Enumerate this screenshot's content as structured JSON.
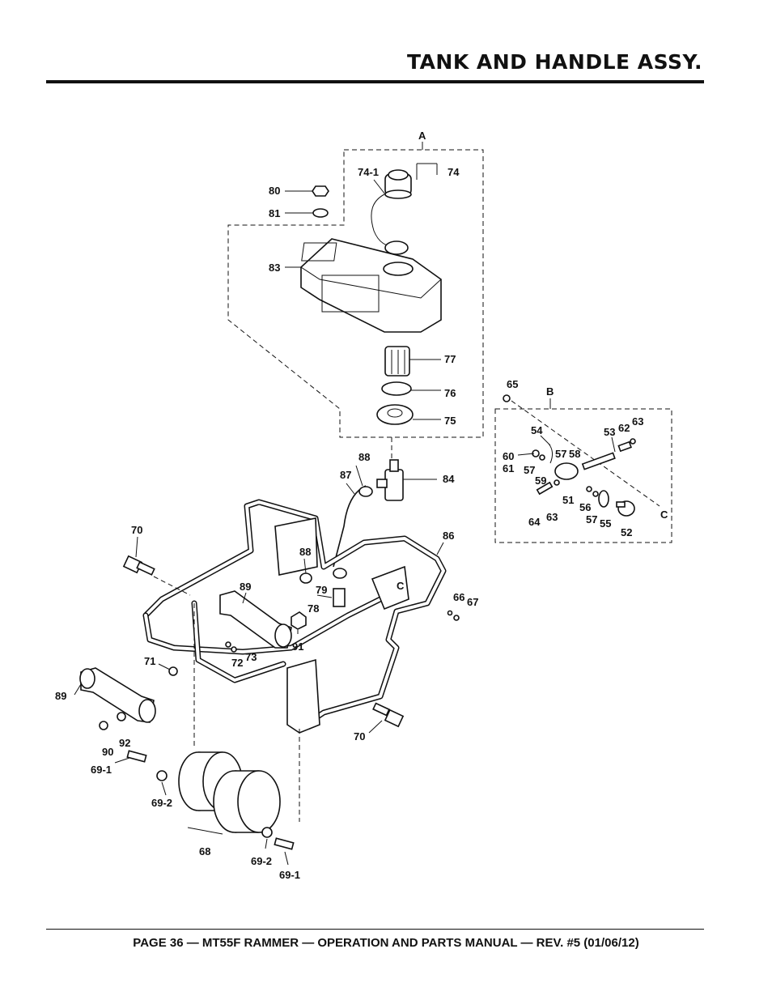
{
  "header": {
    "title": "TANK AND HANDLE ASSY."
  },
  "footer": {
    "text": "PAGE 36 — MT55F RAMMER — OPERATION AND PARTS MANUAL — REV. #5 (01/06/12)"
  },
  "diagram": {
    "detail_letters": {
      "a": "A",
      "b": "B",
      "c1": "C",
      "c2": "C"
    },
    "labels": {
      "l74_1": "74-1",
      "l74": "74",
      "l80": "80",
      "l81": "81",
      "l83": "83",
      "l77": "77",
      "l76": "76",
      "l75": "75",
      "l88a": "88",
      "l87": "87",
      "l84": "84",
      "l70a": "70",
      "l86": "86",
      "l88b": "88",
      "l79": "79",
      "l89a": "89",
      "l78": "78",
      "l91": "91",
      "l66": "66",
      "l67": "67",
      "l71": "71",
      "l72": "72",
      "l73": "73",
      "l89b": "89",
      "l90": "90",
      "l92": "92",
      "l70b": "70",
      "l69_1a": "69-1",
      "l69_2a": "69-2",
      "l68": "68",
      "l69_2b": "69-2",
      "l69_1b": "69-1",
      "l65": "65",
      "l54": "54",
      "l53": "53",
      "l62": "62",
      "l63a": "63",
      "l60": "60",
      "l61": "61",
      "l57a": "57",
      "l57b": "57",
      "l58": "58",
      "l59": "59",
      "l51": "51",
      "l56": "56",
      "l57c": "57",
      "l55": "55",
      "l52": "52",
      "l64": "64",
      "l63b": "63"
    }
  }
}
